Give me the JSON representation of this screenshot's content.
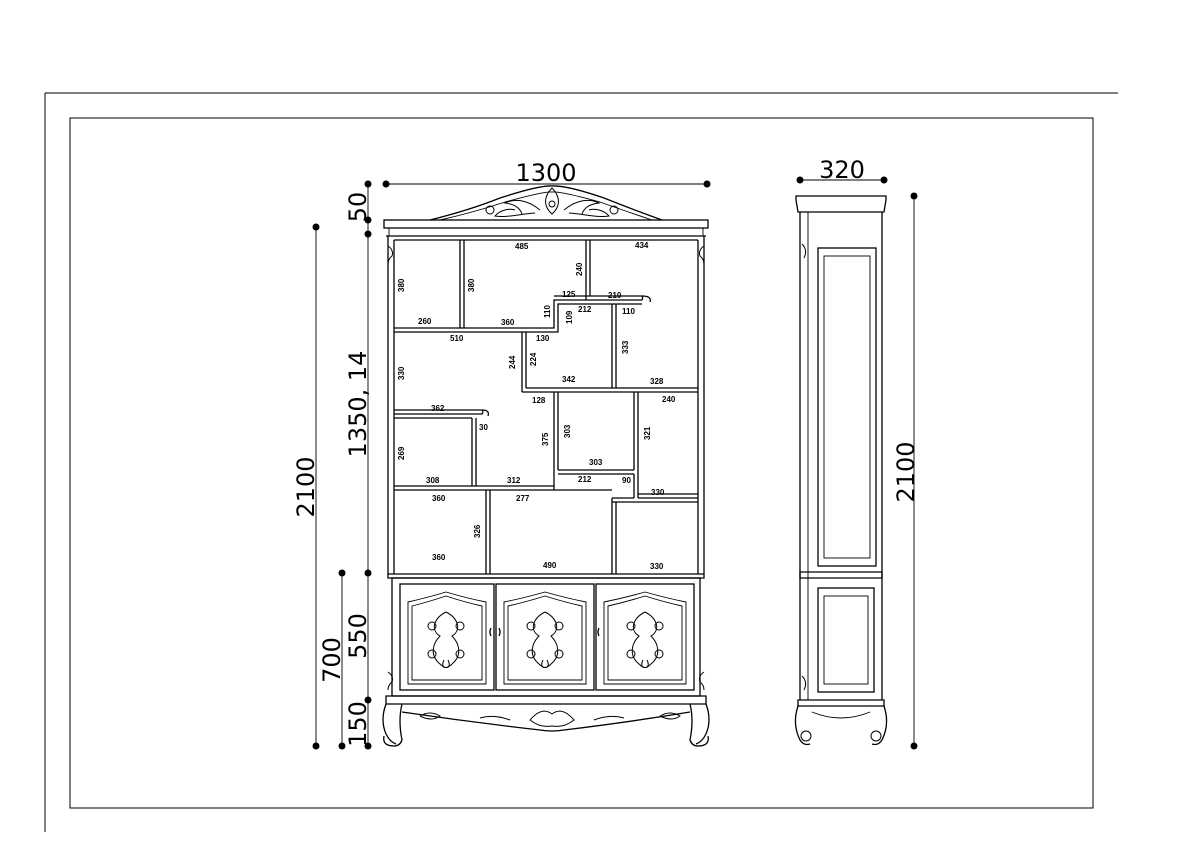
{
  "front_view": {
    "overall_width": "1300",
    "overall_height": "2100",
    "top_crown": "50",
    "shelf_section": "1350, 14",
    "base_section": "700",
    "door_section": "550",
    "plinth": "150",
    "shelf_dims": [
      "485",
      "434",
      "380",
      "380",
      "240",
      "125",
      "210",
      "260",
      "360",
      "110",
      "109",
      "212",
      "110",
      "510",
      "130",
      "244",
      "224",
      "333",
      "330",
      "342",
      "328",
      "128",
      "240",
      "362",
      "30",
      "375",
      "303",
      "321",
      "269",
      "303",
      "308",
      "312",
      "212",
      "90",
      "330",
      "360",
      "277",
      "326",
      "360",
      "490",
      "330"
    ]
  },
  "side_view": {
    "depth": "320",
    "height": "2100"
  },
  "icons": [
    "acanthus-crest-ornament",
    "scroll-carving-ornament",
    "door-handle"
  ]
}
